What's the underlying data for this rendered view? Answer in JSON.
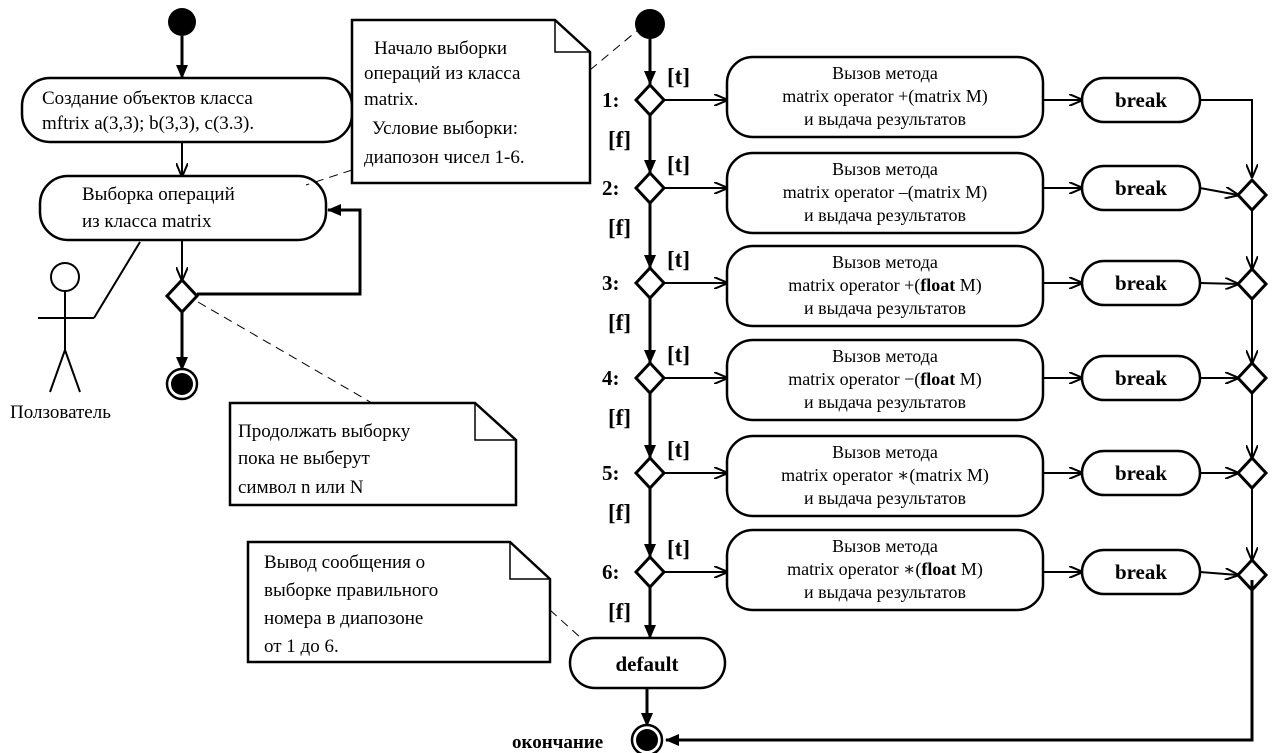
{
  "left": {
    "create_box": {
      "line1": "Создание объектов класса",
      "line2": "mftrix a(3,3); b(3,3), c(3.3)."
    },
    "select_box": {
      "line1": "Выборка операций",
      "line2": "из класса  matrix"
    },
    "actor_label": "Ползователь"
  },
  "notes": {
    "top": [
      "Начало выборки",
      "операций из класса",
      "matrix.",
      "Условие выборки:",
      "диапозон чисел 1-6."
    ],
    "middle": [
      "Продолжать выборку",
      "пока не выберут",
      "символ  n или N"
    ],
    "bottom": [
      "Вывод сообщения о",
      "выборке правильного",
      "номера в диапозоне",
      "от 1 до 6."
    ]
  },
  "cases": [
    {
      "num": "1:",
      "t": "[t]",
      "f": "[f]",
      "title": "Вызов метода",
      "op_pre": "matrix operator +(",
      "op_bold": "",
      "op_post": "matrix M)",
      "result": "и выдача результатов",
      "break": "break"
    },
    {
      "num": "2:",
      "t": "[t]",
      "f": "[f]",
      "title": "Вызов метода",
      "op_pre": "matrix operator –(",
      "op_bold": "",
      "op_post": "matrix M)",
      "result": "и выдача результатов",
      "break": "break"
    },
    {
      "num": "3:",
      "t": "[t]",
      "f": "[f]",
      "title": "Вызов метода",
      "op_pre": "matrix operator +(",
      "op_bold": "float",
      "op_post": " M)",
      "result": "и выдача результатов",
      "break": "break"
    },
    {
      "num": "4:",
      "t": "[t]",
      "f": "[f]",
      "title": "Вызов метода",
      "op_pre": "matrix operator −(",
      "op_bold": "float",
      "op_post": " M)",
      "result": "и выдача результатов",
      "break": "break"
    },
    {
      "num": "5:",
      "t": "[t]",
      "f": "[f]",
      "title": "Вызов метода",
      "op_pre": "matrix operator ∗(",
      "op_bold": "",
      "op_post": "matrix M)",
      "result": "и выдача результатов",
      "break": "break"
    },
    {
      "num": "6:",
      "t": "[t]",
      "f": "[f]",
      "title": "Вызов метода",
      "op_pre": "matrix operator ∗(",
      "op_bold": "float",
      "op_post": " M)",
      "result": "и выдача результатов",
      "break": "break"
    }
  ],
  "default_label": "default",
  "end_label": "окончание"
}
